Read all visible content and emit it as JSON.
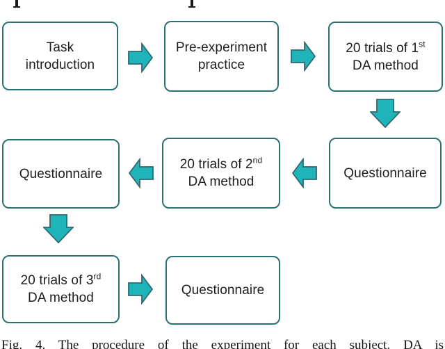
{
  "colors": {
    "arrow_fill": "#1fb4ba",
    "arrow_stroke": "#31686d",
    "box_border": "#2a7174",
    "box_text": "#1d1d1d",
    "caption_text": "#141414"
  },
  "figure": {
    "boxes": [
      {
        "id": "task-introduction",
        "line1": "Task",
        "line2": "introduction"
      },
      {
        "id": "pre-experiment-practice",
        "line1": "Pre-experiment",
        "line2": "practice"
      },
      {
        "id": "trials-1st",
        "line1_pre": "20 trials of 1",
        "line1_sup": "st",
        "line2": "DA method"
      },
      {
        "id": "questionnaire-after-1st",
        "line1": "Questionnaire"
      },
      {
        "id": "trials-2nd",
        "line1_pre": "20 trials of 2",
        "line1_sup": "nd",
        "line2": "DA method"
      },
      {
        "id": "questionnaire-after-2nd",
        "line1": "Questionnaire"
      },
      {
        "id": "trials-3rd",
        "line1_pre": "20 trials of 3",
        "line1_sup": "rd",
        "line2": "DA method"
      },
      {
        "id": "questionnaire-after-3rd",
        "line1": "Questionnaire"
      }
    ],
    "arrows": [
      {
        "direction": "right",
        "from": "task-introduction",
        "to": "pre-experiment-practice"
      },
      {
        "direction": "right",
        "from": "pre-experiment-practice",
        "to": "trials-1st"
      },
      {
        "direction": "down",
        "from": "trials-1st",
        "to": "questionnaire-after-1st"
      },
      {
        "direction": "left",
        "from": "questionnaire-after-1st",
        "to": "trials-2nd"
      },
      {
        "direction": "left",
        "from": "trials-2nd",
        "to": "questionnaire-after-2nd"
      },
      {
        "direction": "down",
        "from": "questionnaire-after-2nd",
        "to": "trials-3rd"
      },
      {
        "direction": "right",
        "from": "trials-3rd",
        "to": "questionnaire-after-3rd"
      }
    ],
    "caption": "Fig. 4. The procedure of the experiment for each subject. DA is"
  }
}
